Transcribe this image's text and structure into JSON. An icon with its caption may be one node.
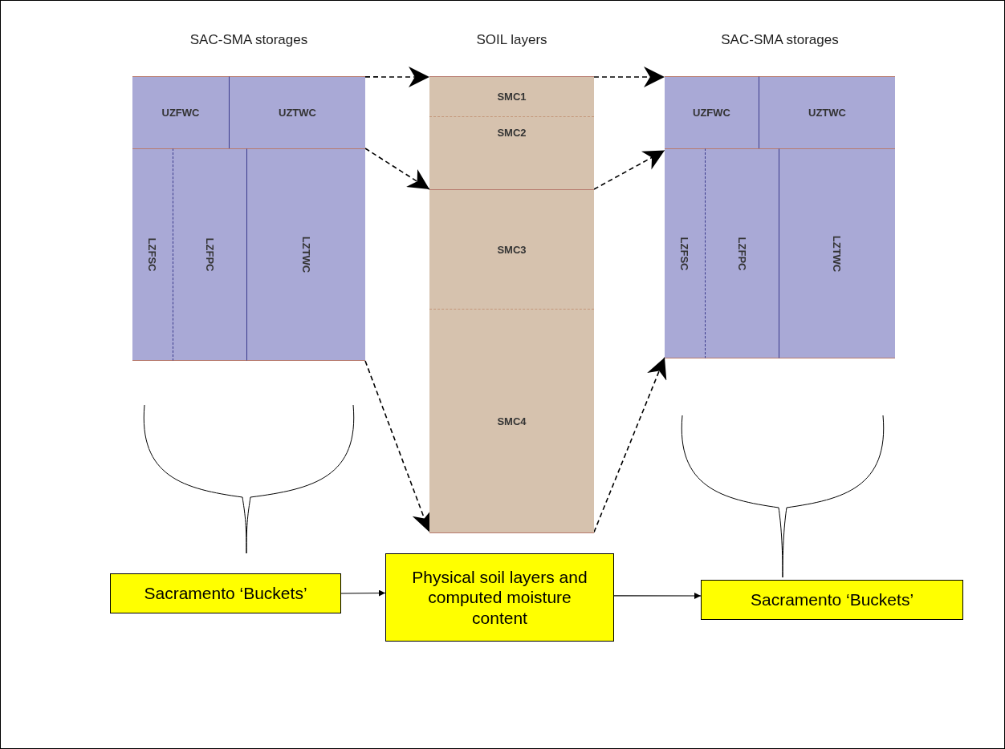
{
  "diagram": {
    "nodes": [
      {
        "text": [
          "SAC-SMA storages"
        ]
      },
      {
        "text": [
          "UZFWC"
        ],
        "in": 0
      },
      {
        "text": [
          "UZTWC"
        ],
        "in": 0
      },
      {
        "text": [
          "LZFSC"
        ],
        "in": 0
      },
      {
        "text": [
          "LZFPC"
        ],
        "in": 0
      },
      {
        "text": [
          "LZTWC"
        ],
        "in": 0
      },
      {
        "text": [
          "SOIL layers"
        ]
      },
      {
        "text": [
          "SMC1"
        ],
        "in": 6
      },
      {
        "text": [
          "SMC2"
        ],
        "in": 6
      },
      {
        "text": [
          "SMC3"
        ],
        "in": 6
      },
      {
        "text": [
          "SMC4"
        ],
        "in": 6
      },
      {
        "text": [
          "SAC-SMA storages"
        ]
      },
      {
        "text": [
          "UZFWC"
        ],
        "in": 11
      },
      {
        "text": [
          "UZTWC"
        ],
        "in": 11
      },
      {
        "text": [
          "LZFSC"
        ],
        "in": 11
      },
      {
        "text": [
          "LZFPC"
        ],
        "in": 11
      },
      {
        "text": [
          "LZTWC"
        ],
        "in": 11
      },
      {
        "text": [
          "Sacramento ‘Buckets’"
        ]
      },
      {
        "text": [
          "Physical soil layers and computed moisture content"
        ]
      },
      {
        "text": [
          "Sacramento ‘Buckets’"
        ]
      }
    ],
    "edges": [
      {
        "from": 2,
        "to": 7,
        "arrow": "to",
        "style": "dashed"
      },
      {
        "from": 2,
        "to": 8,
        "arrow": "to",
        "style": "dashed"
      },
      {
        "from": 5,
        "to": 10,
        "arrow": "to",
        "style": "dashed"
      },
      {
        "from": 7,
        "to": 12,
        "arrow": "to",
        "style": "dashed"
      },
      {
        "from": 8,
        "to": 14,
        "arrow": "to",
        "style": "dashed"
      },
      {
        "from": 10,
        "to": 14,
        "arrow": "to",
        "style": "dashed"
      },
      {
        "from": 17,
        "to": 18,
        "arrow": "to"
      },
      {
        "from": 18,
        "to": 19,
        "arrow": "to"
      }
    ]
  }
}
